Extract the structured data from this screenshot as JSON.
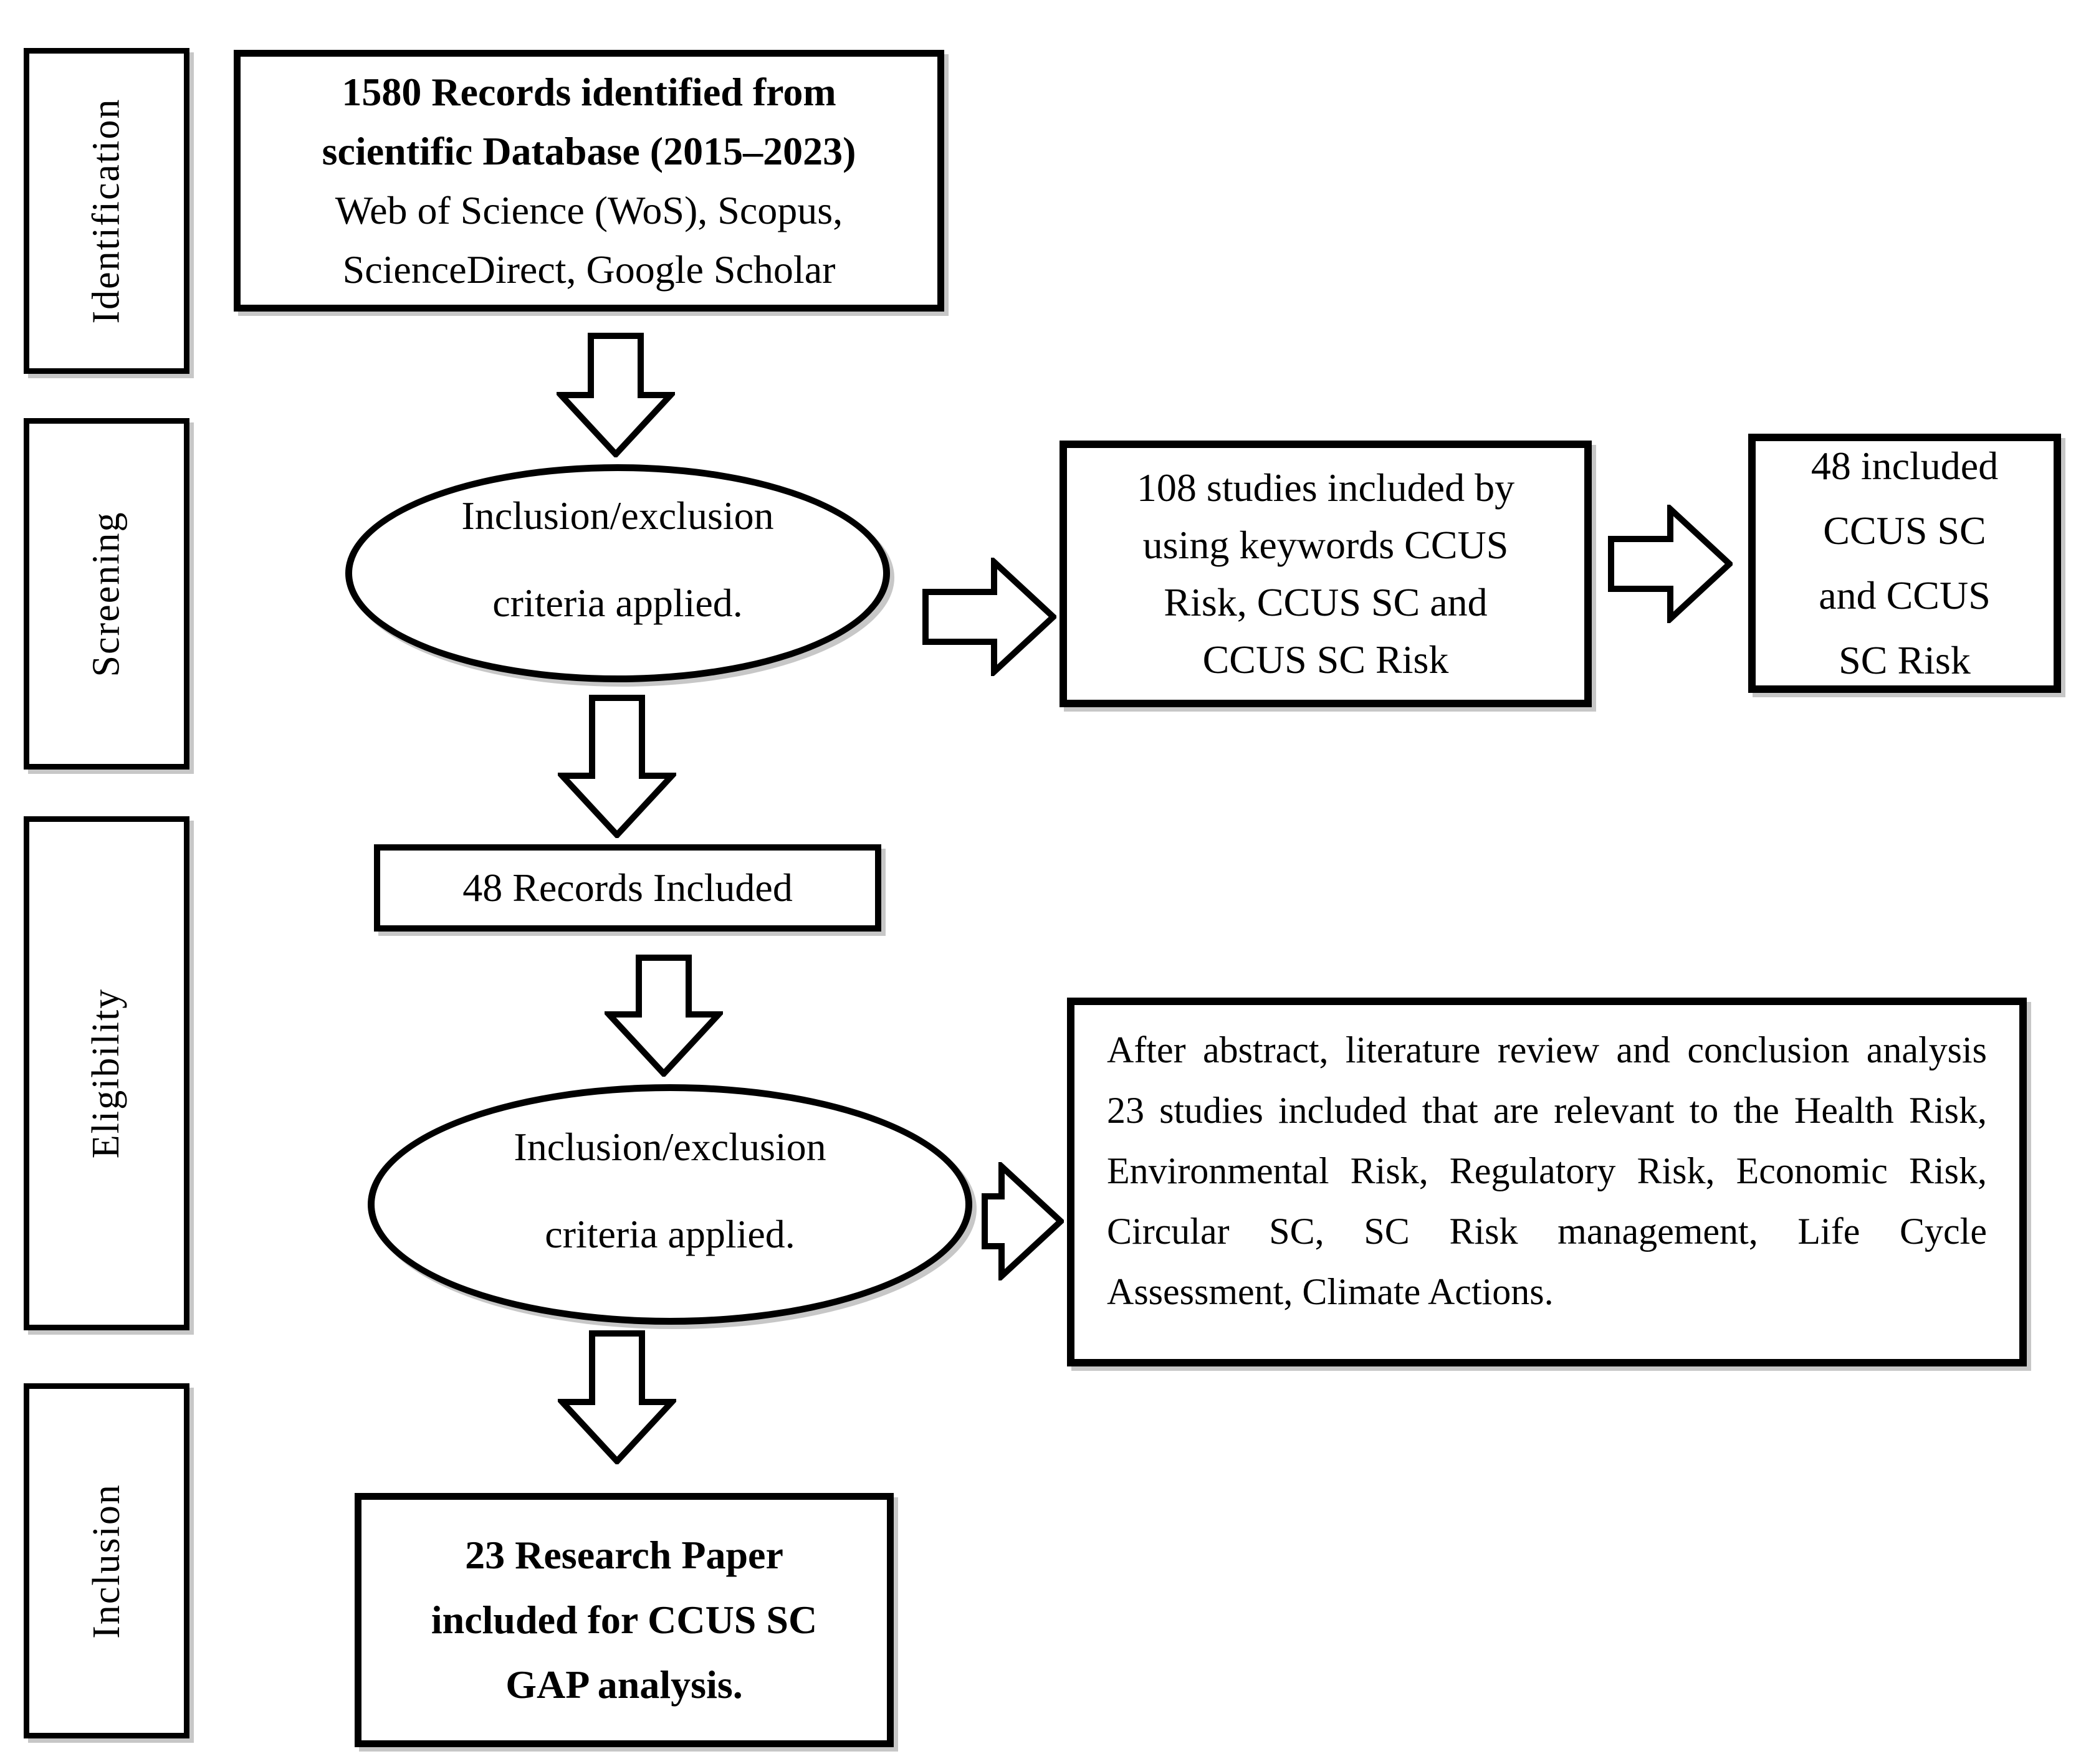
{
  "colors": {
    "stroke": "#000000",
    "fill": "#ffffff",
    "text": "#000000",
    "shadow": "#c2c2c2"
  },
  "stages": [
    {
      "label": "Identification"
    },
    {
      "label": "Screening"
    },
    {
      "label": "Eligibility"
    },
    {
      "label": "Inclusion"
    }
  ],
  "nodes": {
    "records_identified": {
      "line1": "1580 Records identified from",
      "line2": "scientific Database (2015–2023)",
      "line3": "Web of Science (WoS), Scopus,",
      "line4": "ScienceDirect, Google Scholar"
    },
    "screening_criteria": {
      "line1": "Inclusion/exclusion",
      "line2": "criteria applied."
    },
    "keyword_studies": {
      "line1": "108 studies included by",
      "line2": "using keywords CCUS",
      "line3": "Risk, CCUS SC and",
      "line4": "CCUS SC Risk"
    },
    "included_48": {
      "line1": "48 included",
      "line2": "CCUS SC",
      "line3": "and CCUS",
      "line4": "SC Risk"
    },
    "records_included_48": {
      "text": "48 Records Included"
    },
    "eligibility_criteria": {
      "line1": "Inclusion/exclusion",
      "line2": "criteria applied."
    },
    "eligibility_result": {
      "text": "After abstract, literature review and conclusion analysis 23 studies included that are relevant to the Health Risk, Environmental Risk, Regulatory Risk, Economic Risk, Circular SC, SC Risk management, Life Cycle Assessment, Climate Actions."
    },
    "final_papers": {
      "line1": "23 Research Paper",
      "line2": "included for CCUS SC",
      "line3": "GAP analysis."
    }
  }
}
